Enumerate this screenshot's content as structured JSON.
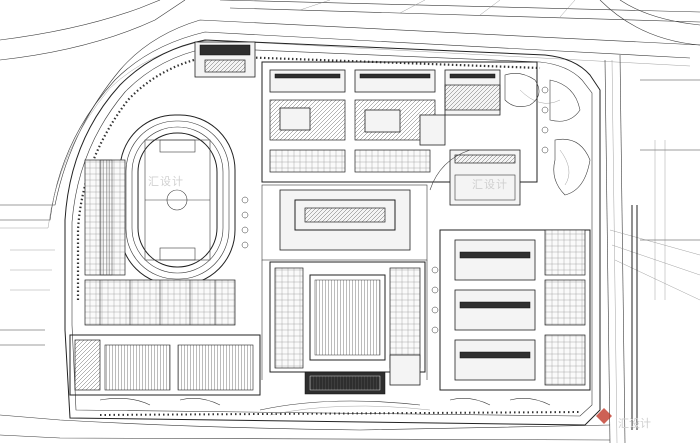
{
  "watermarks": {
    "left": "汇设计",
    "right": "汇设计",
    "corner": "汇设计"
  }
}
